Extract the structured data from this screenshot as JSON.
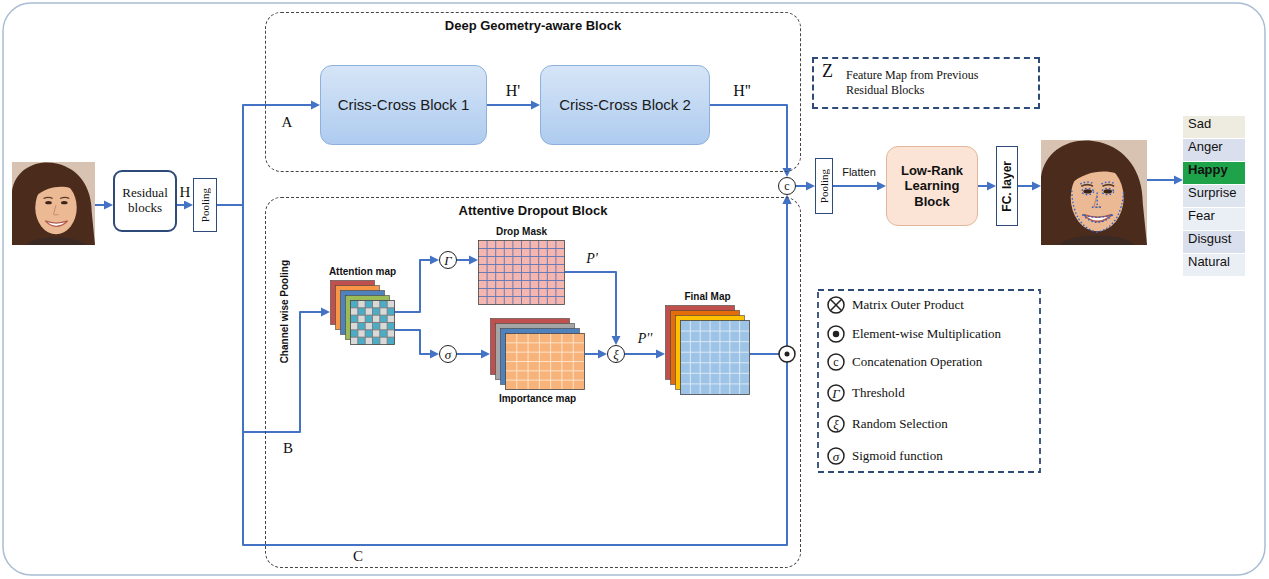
{
  "diagram": {
    "nodes": [
      {
        "text": [
          "Residual blocks"
        ]
      },
      {
        "text": [
          "Pooling"
        ]
      },
      {
        "text": [
          "Deep Geometry-aware Block"
        ]
      },
      {
        "text": [
          "Criss-Cross Block 1"
        ],
        "in": 2
      },
      {
        "text": [
          "Criss-Cross Block 2"
        ],
        "in": 2
      },
      {
        "text": [
          "Z",
          "Feature Map from Previous Residual Blocks"
        ]
      },
      {
        "text": [
          "c"
        ]
      },
      {
        "text": [
          "Pooling"
        ]
      },
      {
        "text": [
          "Low-Rank Learning Block"
        ]
      },
      {
        "text": [
          "FC. layer"
        ]
      },
      {
        "text": [
          "Attentive Dropout Block"
        ]
      },
      {
        "text": [
          "Attention map"
        ],
        "in": 10
      },
      {
        "text": [
          "Γ"
        ],
        "in": 10
      },
      {
        "text": [
          "Drop Mask"
        ],
        "in": 10
      },
      {
        "text": [
          "σ"
        ],
        "in": 10
      },
      {
        "text": [
          "Importance map"
        ],
        "in": 10
      },
      {
        "text": [
          "ξ"
        ],
        "in": 10
      },
      {
        "text": [
          "Final Map"
        ],
        "in": 10
      }
    ],
    "edges": [
      {
        "from": 0,
        "to": 1,
        "arrow": "to",
        "label": "H"
      },
      {
        "from": 1,
        "to": 3,
        "arrow": "to",
        "label": "A"
      },
      {
        "from": 3,
        "to": 4,
        "arrow": "to",
        "label": "H'"
      },
      {
        "from": 4,
        "to": 6,
        "arrow": "to",
        "label": "H''"
      },
      {
        "from": 1,
        "to": 11,
        "arrow": "to",
        "label": "B"
      },
      {
        "from": 1,
        "to": 6,
        "arrow": "to",
        "label": "C"
      },
      {
        "from": 11,
        "to": 12,
        "arrow": "to"
      },
      {
        "from": 11,
        "to": 14,
        "arrow": "to"
      },
      {
        "from": 12,
        "to": 13,
        "arrow": "to"
      },
      {
        "from": 14,
        "to": 15,
        "arrow": "to"
      },
      {
        "from": 13,
        "to": 16,
        "arrow": "to",
        "label": "P'"
      },
      {
        "from": 15,
        "to": 16,
        "arrow": "to"
      },
      {
        "from": 16,
        "to": 17,
        "arrow": "to",
        "label": "P''"
      },
      {
        "from": 17,
        "to": 6,
        "arrow": "to"
      },
      {
        "from": 6,
        "to": 7,
        "arrow": "to"
      },
      {
        "from": 7,
        "to": 8,
        "arrow": "to",
        "label": "Flatten"
      },
      {
        "from": 8,
        "to": 9,
        "arrow": "to"
      }
    ],
    "labels": [
      "Channel wise Pooling",
      "Sad",
      "Anger",
      "Happy",
      "Surprise",
      "Fear",
      "Disgust",
      "Natural",
      "c",
      "Γ",
      "ξ",
      "σ"
    ],
    "legend": [
      {
        "text": "Matrix Outer Product"
      },
      {
        "text": "Element-wise Multiplication"
      },
      {
        "text": "Concatenation Operation"
      },
      {
        "text": "Threshold"
      },
      {
        "text": "Random Selection"
      },
      {
        "text": "Sigmoid function"
      }
    ]
  }
}
